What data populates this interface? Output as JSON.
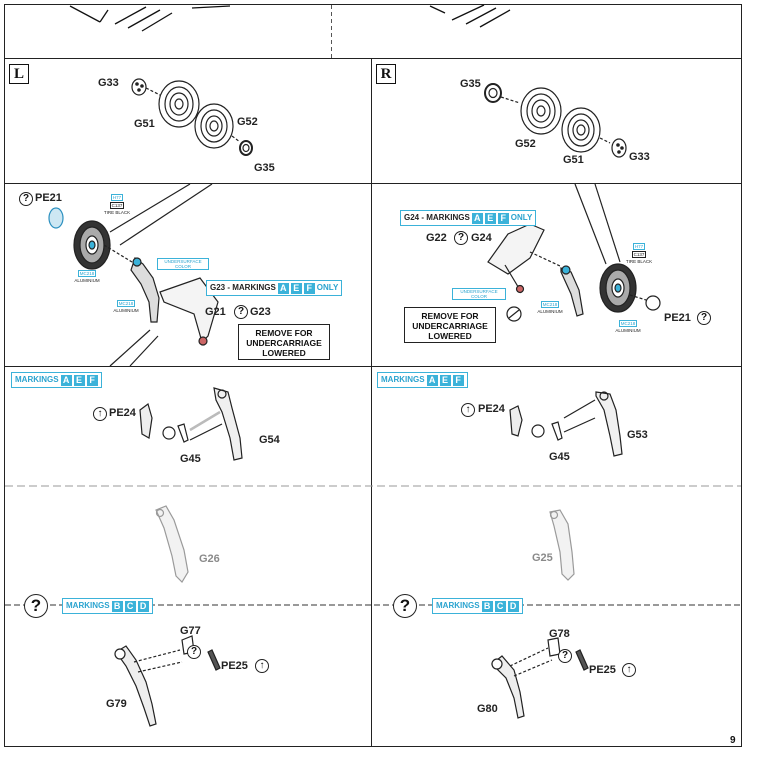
{
  "page": {
    "number": "9"
  },
  "sides": {
    "left": "L",
    "right": "R"
  },
  "left": {
    "wheel": {
      "g33": "G33",
      "g51": "G51",
      "g52": "G52",
      "g35": "G35"
    },
    "pe21": "PE21",
    "tire_color": {
      "code1": "H77",
      "code2": "C137",
      "name": "TIRE BLACK"
    },
    "alu1": {
      "code": "MC218",
      "name": "ALUMINIUM"
    },
    "alu2": {
      "code": "MC218",
      "name": "ALUMINIUM"
    },
    "undersurface": {
      "line1": "UNDERSURFACE",
      "line2": "COLOR"
    },
    "door_markings": {
      "prefix": "G23 - MARKINGS",
      "letters": [
        "A",
        "E",
        "F"
      ],
      "suffix": "ONLY"
    },
    "g21_g23": {
      "a": "G21",
      "b": "G23"
    },
    "remove_note": {
      "line1": "REMOVE FOR",
      "line2": "UNDERCARRIAGE",
      "line3": "LOWERED"
    },
    "strut_markings": {
      "prefix": "MARKINGS",
      "letters": [
        "A",
        "E",
        "F"
      ]
    },
    "pe24": "PE24",
    "g45": "G45",
    "g54": "G54",
    "g26": "G26",
    "alt_markings": {
      "prefix": "MARKINGS",
      "letters": [
        "B",
        "C",
        "D"
      ]
    },
    "g77": "G77",
    "pe25": "PE25",
    "g79": "G79"
  },
  "right": {
    "wheel": {
      "g35": "G35",
      "g52": "G52",
      "g51": "G51",
      "g33": "G33"
    },
    "pe21": "PE21",
    "tire_color": {
      "code1": "H77",
      "code2": "C137",
      "name": "TIRE BLACK"
    },
    "alu1": {
      "code": "MC218",
      "name": "ALUMINIUM"
    },
    "alu2": {
      "code": "MC218",
      "name": "ALUMINIUM"
    },
    "undersurface": {
      "line1": "UNDERSURFACE",
      "line2": "COLOR"
    },
    "door_markings": {
      "prefix": "G24 - MARKINGS",
      "letters": [
        "A",
        "E",
        "F"
      ],
      "suffix": "ONLY"
    },
    "g22_g24": {
      "a": "G22",
      "b": "G24"
    },
    "remove_note": {
      "line1": "REMOVE FOR",
      "line2": "UNDERCARRIAGE",
      "line3": "LOWERED"
    },
    "strut_markings": {
      "prefix": "MARKINGS",
      "letters": [
        "A",
        "E",
        "F"
      ]
    },
    "pe24": "PE24",
    "g45": "G45",
    "g53": "G53",
    "g25": "G25",
    "alt_markings": {
      "prefix": "MARKINGS",
      "letters": [
        "B",
        "C",
        "D"
      ]
    },
    "g78": "G78",
    "pe25": "PE25",
    "g80": "G80"
  },
  "colors": {
    "accent": "#3bb2d9",
    "ink": "#222222",
    "gray": "#9a9a9a"
  }
}
